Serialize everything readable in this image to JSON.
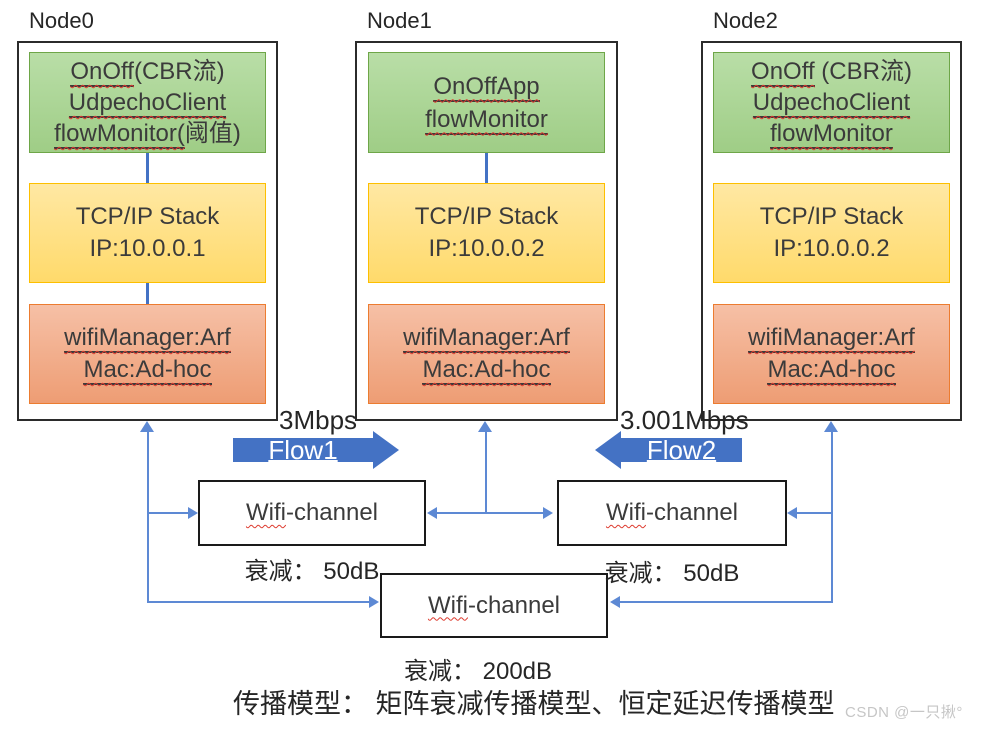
{
  "colors": {
    "green_fill": "#a9d18e",
    "green_border": "#6ea648",
    "yellow_fill": "#ffe394",
    "yellow_border": "#ffc000",
    "salmon_fill": "#f1a784",
    "salmon_border": "#ed7d31",
    "flow_arrow_blue": "#4472c4",
    "connector_blue": "#5d89d4",
    "squiggle_red": "#dd3a2e",
    "watermark_gray": "#c6c6c6"
  },
  "nodes": [
    {
      "title": "Node0",
      "app_lines": [
        {
          "sq": "OnOff",
          "rest": "(CBR流)"
        },
        {
          "sq": "UdpechoClient",
          "rest": ""
        },
        {
          "sq": "flowMonitor(",
          "rest": "阈值)"
        }
      ],
      "stack_lines": [
        "TCP/IP Stack",
        "IP:10.0.0.1"
      ],
      "mac_lines": [
        {
          "sq": "wifiManager:Arf",
          "rest": ""
        },
        {
          "sq": "Mac:Ad-hoc",
          "rest": ""
        }
      ]
    },
    {
      "title": "Node1",
      "app_lines": [
        {
          "sq": "OnOffApp",
          "rest": ""
        },
        {
          "sq": "flowMonitor",
          "rest": ""
        }
      ],
      "stack_lines": [
        "TCP/IP Stack",
        "IP:10.0.0.2"
      ],
      "mac_lines": [
        {
          "sq": "wifiManager:Arf",
          "rest": ""
        },
        {
          "sq": "Mac:Ad-hoc",
          "rest": ""
        }
      ]
    },
    {
      "title": "Node2",
      "app_lines": [
        {
          "sq": "OnOff",
          "rest": " (CBR流)"
        },
        {
          "sq": "UdpechoClient",
          "rest": ""
        },
        {
          "sq": "flowMonitor",
          "rest": ""
        }
      ],
      "stack_lines": [
        "TCP/IP Stack",
        "IP:10.0.0.2"
      ],
      "mac_lines": [
        {
          "sq": "wifiManager:Arf",
          "rest": ""
        },
        {
          "sq": "Mac:Ad-hoc",
          "rest": ""
        }
      ]
    }
  ],
  "flows": [
    {
      "label": "Flow1",
      "rate": "3Mbps",
      "direction": "right"
    },
    {
      "label": "Flow2",
      "rate": "3.001Mbps",
      "direction": "left"
    }
  ],
  "channels": [
    {
      "label_sq": "Wifi",
      "label_rest": "-channel",
      "attenuation": "衰减： 50dB"
    },
    {
      "label_sq": "Wifi",
      "label_rest": "-channel",
      "attenuation": "衰减： 50dB"
    },
    {
      "label_sq": "Wifi",
      "label_rest": "-channel",
      "attenuation": "衰减： 200dB"
    }
  ],
  "footer": {
    "propagation_note": "传播模型： 矩阵衰减传播模型、恒定延迟传播模型",
    "watermark": "CSDN @一只揪°"
  }
}
